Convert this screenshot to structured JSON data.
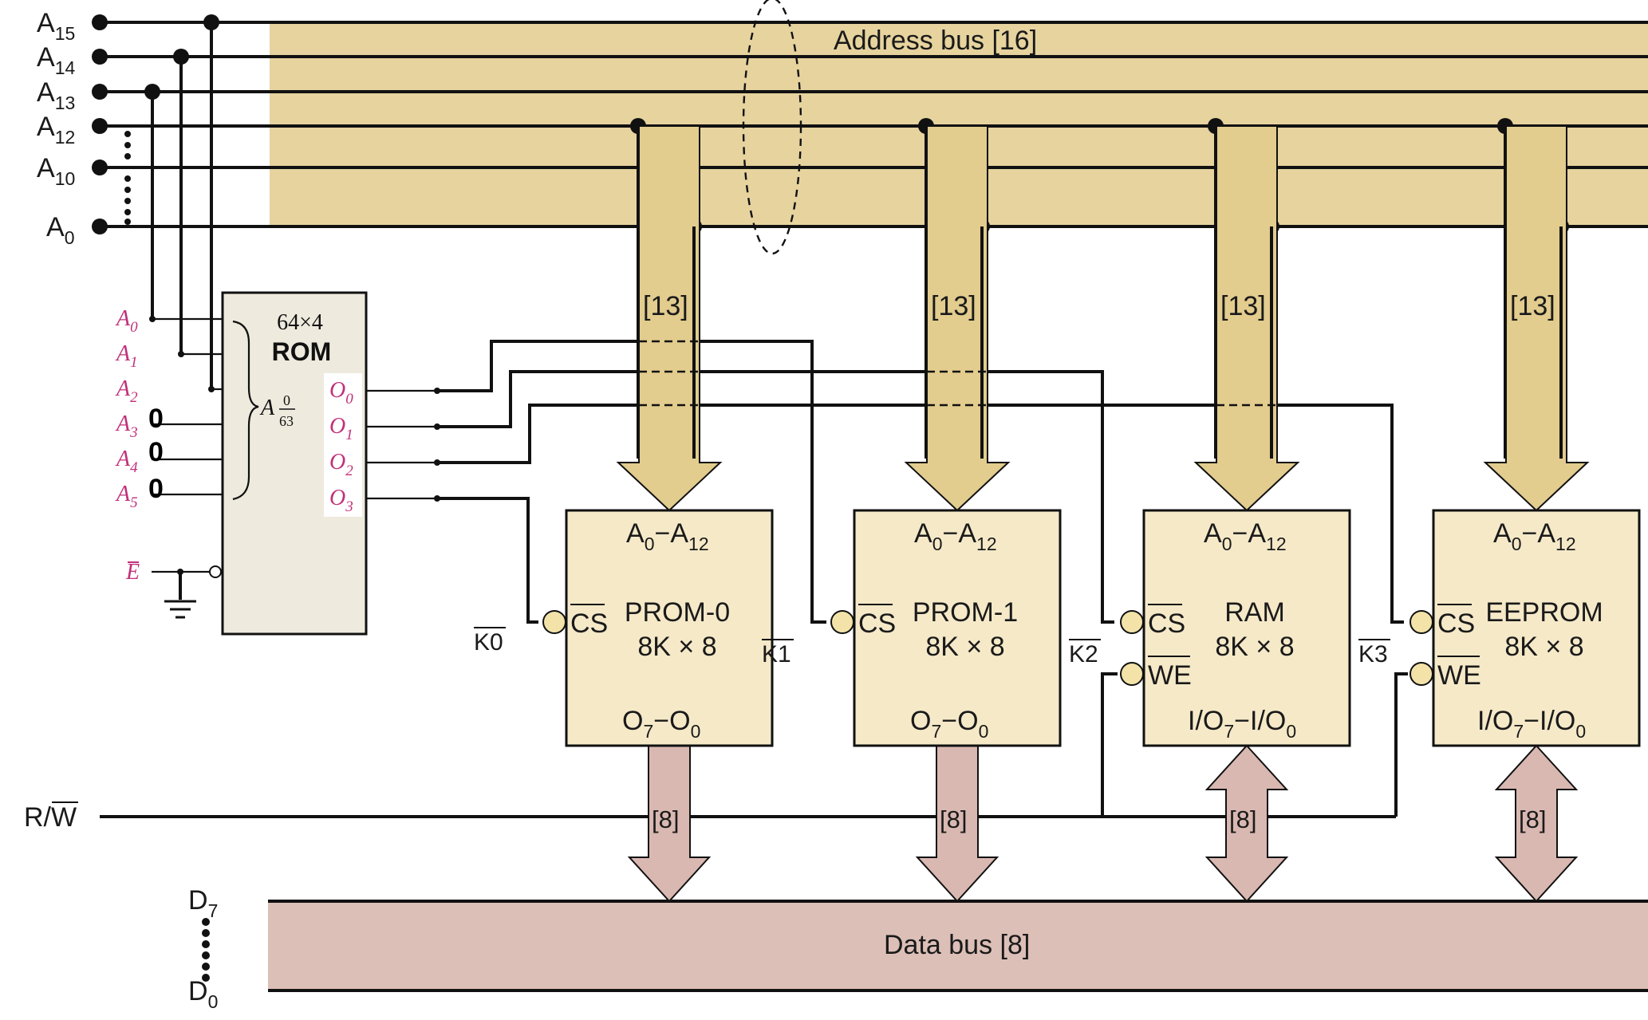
{
  "address_bus": {
    "label": "Address bus [16]",
    "lines": [
      {
        "name": "A",
        "sub": "15"
      },
      {
        "name": "A",
        "sub": "14"
      },
      {
        "name": "A",
        "sub": "13"
      },
      {
        "name": "A",
        "sub": "12"
      },
      {
        "name": "A",
        "sub": "10"
      },
      {
        "name": "A",
        "sub": "0"
      }
    ],
    "fill_color": "#e6d39e"
  },
  "decoder_rom": {
    "size": "64×4",
    "title": "ROM",
    "inputs": [
      {
        "name": "A",
        "sub": "0"
      },
      {
        "name": "A",
        "sub": "1"
      },
      {
        "name": "A",
        "sub": "2"
      },
      {
        "name": "A",
        "sub": "3"
      },
      {
        "name": "A",
        "sub": "4"
      },
      {
        "name": "A",
        "sub": "5"
      }
    ],
    "tied_values": [
      "0",
      "0",
      "0"
    ],
    "range_label": {
      "name": "A",
      "top": "0",
      "bottom": "63"
    },
    "outputs": [
      {
        "name": "O",
        "sub": "0"
      },
      {
        "name": "O",
        "sub": "1"
      },
      {
        "name": "O",
        "sub": "2"
      },
      {
        "name": "O",
        "sub": "3"
      }
    ],
    "enable": "E",
    "fill_color": "#eeeade"
  },
  "chips": [
    {
      "name": "PROM-0",
      "size": "8K × 8",
      "addr": {
        "a": "A",
        "s0": "0",
        "dash": "−",
        "s12": "12"
      },
      "data": {
        "p": "O",
        "s7": "7",
        "dash": "−",
        "s0": "0"
      },
      "select": "K0",
      "cs": "CS",
      "we": "",
      "addr_width": "[13]",
      "data_width": "[8]",
      "bidirectional": false
    },
    {
      "name": "PROM-1",
      "size": "8K × 8",
      "addr": {
        "a": "A",
        "s0": "0",
        "dash": "−",
        "s12": "12"
      },
      "data": {
        "p": "O",
        "s7": "7",
        "dash": "−",
        "s0": "0"
      },
      "select": "K1",
      "cs": "CS",
      "we": "",
      "addr_width": "[13]",
      "data_width": "[8]",
      "bidirectional": false
    },
    {
      "name": "RAM",
      "size": "8K × 8",
      "addr": {
        "a": "A",
        "s0": "0",
        "dash": "−",
        "s12": "12"
      },
      "data": {
        "p": "I/O",
        "s7": "7",
        "dash": "−",
        "s0": "0"
      },
      "select": "K2",
      "cs": "CS",
      "we": "WE",
      "addr_width": "[13]",
      "data_width": "[8]",
      "bidirectional": true
    },
    {
      "name": "EEPROM",
      "size": "8K × 8",
      "addr": {
        "a": "A",
        "s0": "0",
        "dash": "−",
        "s12": "12"
      },
      "data": {
        "p": "I/O",
        "s7": "7",
        "dash": "−",
        "s0": "0"
      },
      "select": "K3",
      "cs": "CS",
      "we": "WE",
      "addr_width": "[13]",
      "data_width": "[8]",
      "bidirectional": true
    }
  ],
  "rw_signal": "R/W",
  "data_bus": {
    "label": "Data bus [8]",
    "top": {
      "name": "D",
      "sub": "7"
    },
    "bottom": {
      "name": "D",
      "sub": "0"
    },
    "fill_color": "#dcbfb7"
  },
  "colors": {
    "chip_fill": "#f5e9c8",
    "addr_arrow": "#e2cc8e",
    "data_arrow": "#d9b8b1",
    "bubble_fill": "#f3e3a9",
    "pin_label": "#c0307a",
    "wire": "#111111"
  }
}
